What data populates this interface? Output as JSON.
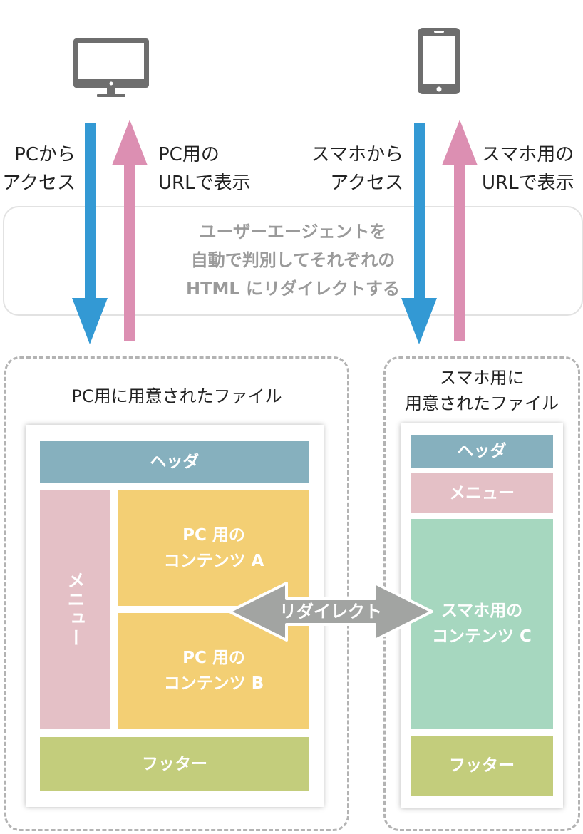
{
  "labels": {
    "pc_access": "PCから\nアクセス",
    "pc_url": "PC用の\nURLで表示",
    "sp_access": "スマホから\nアクセス",
    "sp_url": "スマホ用の\nURLで表示"
  },
  "band": {
    "text": "ユーザーエージェントを\n自動で判別してそれぞれの\nHTML にリダイレクトする"
  },
  "pc_file": {
    "title": "PC用に用意されたファイル",
    "header": "ヘッダ",
    "menu": "メニュー",
    "content_a": "PC 用の\nコンテンツ A",
    "content_b": "PC 用の\nコンテンツ B",
    "footer": "フッター"
  },
  "sp_file": {
    "title": "スマホ用に\n用意されたファイル",
    "header": "ヘッダ",
    "menu": "メニュー",
    "content_c": "スマホ用の\nコンテンツ C",
    "footer": "フッター"
  },
  "redirect": {
    "label": "リダイレクト"
  },
  "colors": {
    "arrow_down": "#3399d4",
    "arrow_up": "#dc8fb2",
    "header": "#86b0be",
    "menu": "#e4c0c6",
    "content_pc": "#f3cf74",
    "content_sp": "#a6d7bf",
    "footer": "#c3cd7c",
    "redirect": "#a2a4a2",
    "icon": "#6e6e6e"
  },
  "icons": {
    "pc": "desktop-monitor-icon",
    "sp": "smartphone-icon"
  }
}
